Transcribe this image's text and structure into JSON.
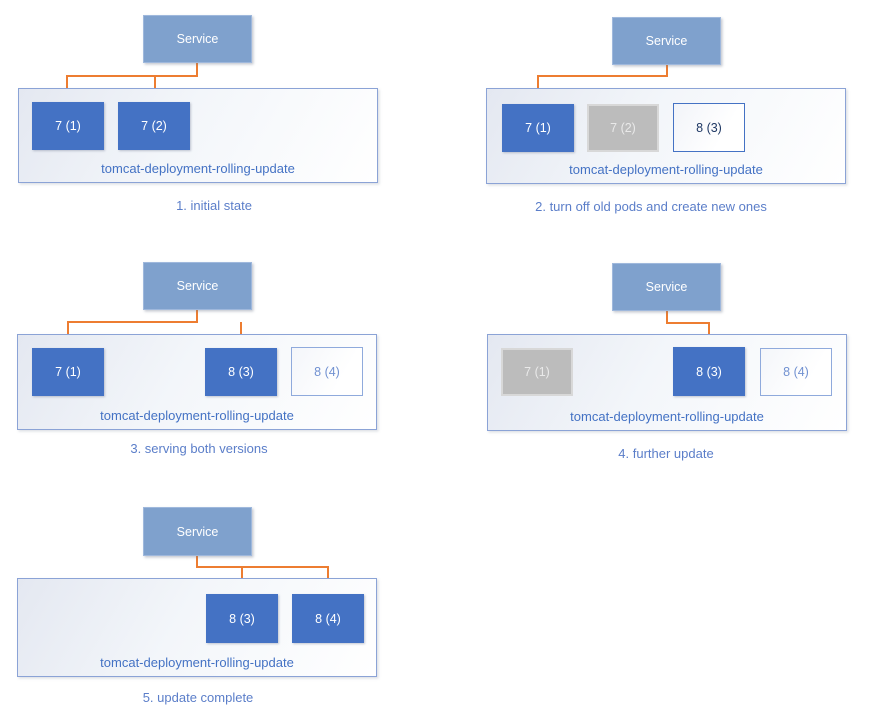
{
  "colors": {
    "service_fill": "#7FA1CD",
    "service_border": "#9FB8DC",
    "service_text": "#FFFFFF",
    "pod_active_fill": "#4472C4",
    "pod_active_text": "#FFFFFF",
    "pod_off_fill": "#BCBCBC",
    "pod_off_border": "#D8D8D8",
    "pod_off_text": "#E9E9E9",
    "pod_new_border_strong": "#4472C4",
    "pod_new_text_strong": "#1F3864",
    "pod_new_border_light": "#8FAADC",
    "pod_new_text_light": "#7191D1",
    "container_border": "#8BA3D6",
    "container_label_text": "#4472C4",
    "caption_text": "#5B7EC9",
    "arrow": "#ED7D31"
  },
  "panels": [
    {
      "service_label": "Service",
      "container_label": "tomcat-deployment-rolling-update",
      "caption": "1. initial state",
      "pods": [
        {
          "label": "7 (1)",
          "kind": "active"
        },
        {
          "label": "7 (2)",
          "kind": "active"
        }
      ]
    },
    {
      "service_label": "Service",
      "container_label": "tomcat-deployment-rolling-update",
      "caption": "2. turn off old pods and create new ones",
      "pods": [
        {
          "label": "7 (1)",
          "kind": "active"
        },
        {
          "label": "7 (2)",
          "kind": "off"
        },
        {
          "label": "8 (3)",
          "kind": "new-strong"
        }
      ]
    },
    {
      "service_label": "Service",
      "container_label": "tomcat-deployment-rolling-update",
      "caption": "3. serving both versions",
      "pods": [
        {
          "label": "7 (1)",
          "kind": "active"
        },
        {
          "label": "8 (3)",
          "kind": "active"
        },
        {
          "label": "8 (4)",
          "kind": "new-light"
        }
      ]
    },
    {
      "service_label": "Service",
      "container_label": "tomcat-deployment-rolling-update",
      "caption": "4. further update",
      "pods": [
        {
          "label": "7 (1)",
          "kind": "off"
        },
        {
          "label": "8 (3)",
          "kind": "active"
        },
        {
          "label": "8 (4)",
          "kind": "new-light"
        }
      ]
    },
    {
      "service_label": "Service",
      "container_label": "tomcat-deployment-rolling-update",
      "caption": "5. update complete",
      "pods": [
        {
          "label": "8 (3)",
          "kind": "active"
        },
        {
          "label": "8 (4)",
          "kind": "active"
        }
      ]
    }
  ]
}
